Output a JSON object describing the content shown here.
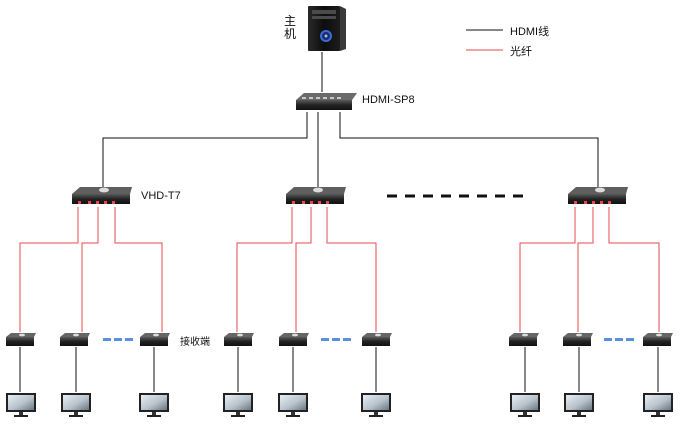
{
  "host": {
    "label": "主机"
  },
  "legend": {
    "hdmi": {
      "label": "HDMI线",
      "color": "#111111"
    },
    "fiber": {
      "label": "光纤",
      "color": "#e8484d"
    }
  },
  "splitter": {
    "label": "HDMI-SP8"
  },
  "transmitters": [
    {
      "label": "VHD-T7"
    },
    {
      "label": ""
    },
    {
      "label": ""
    }
  ],
  "receiver": {
    "label": "接收端"
  },
  "icons": {
    "host": "desktop-pc-icon",
    "splitter": "hdmi-splitter-icon",
    "transmitter": "fiber-transmitter-icon",
    "receiver": "fiber-receiver-icon",
    "display": "monitor-icon",
    "ellipsis": "ellipsis-dash-icon"
  }
}
